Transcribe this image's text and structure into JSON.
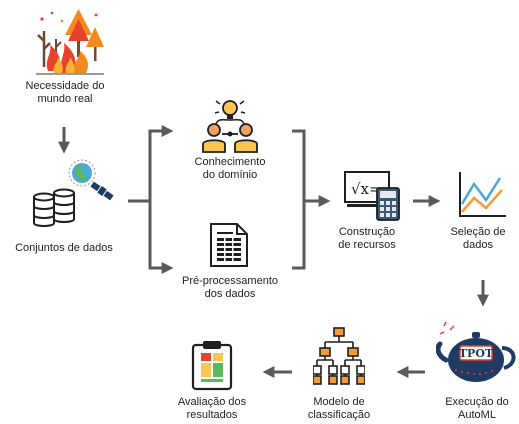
{
  "nodes": {
    "real_world_need": {
      "lines": [
        "Necessidade do",
        "mundo real"
      ],
      "icon": "forest-fire-icon"
    },
    "datasets": {
      "lines": [
        "Conjuntos de dados"
      ],
      "icon": "database-satellite-icon"
    },
    "domain_knowledge": {
      "lines": [
        "Conhecimento",
        "do domínio"
      ],
      "icon": "experts-idea-icon"
    },
    "preprocessing": {
      "lines": [
        "Pré-processamento",
        "dos dados"
      ],
      "icon": "spreadsheet-document-icon"
    },
    "feature_construction": {
      "lines": [
        "Construção",
        "de recursos"
      ],
      "icon": "formula-calculator-icon"
    },
    "data_selection": {
      "lines": [
        "Seleção de",
        "dados"
      ],
      "icon": "line-chart-icon"
    },
    "automl_execution": {
      "lines": [
        "Execução do",
        "AutoML"
      ],
      "icon": "tpot-teapot-icon",
      "logo_text": "TPOT"
    },
    "classification_model": {
      "lines": [
        "Modelo de",
        "classificação"
      ],
      "icon": "decision-tree-icon"
    },
    "results_evaluation": {
      "lines": [
        "Avaliação dos",
        "resultados"
      ],
      "icon": "clipboard-report-icon"
    }
  },
  "colors": {
    "arrow": "#5a5a5a",
    "fire_red": "#e8412c",
    "fire_orange": "#f28a1e",
    "navy": "#1f3b63",
    "chart_orange": "#f29c38",
    "chart_blue": "#4aa8d8"
  }
}
